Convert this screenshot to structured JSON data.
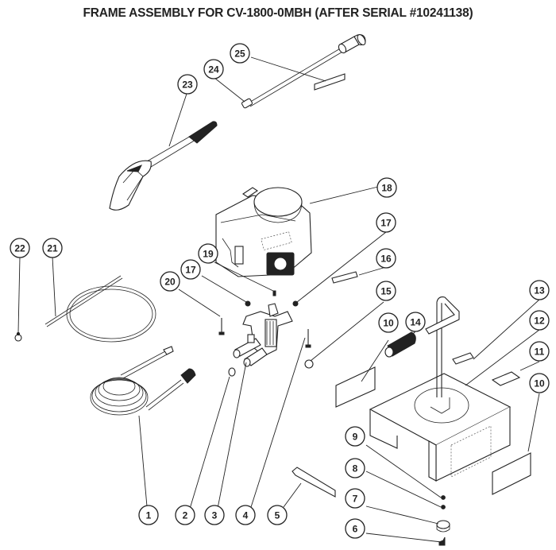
{
  "title": "FRAME ASSEMBLY FOR CV-1800-0MBH (AFTER SERIAL #10241138)",
  "callouts": [
    {
      "id": "c1",
      "label": "1",
      "part": "high-pressure-hose"
    },
    {
      "id": "c2",
      "label": "2",
      "part": "o-ring"
    },
    {
      "id": "c3",
      "label": "3",
      "part": "pump"
    },
    {
      "id": "c4",
      "label": "4",
      "part": "pump-bolt"
    },
    {
      "id": "c5",
      "label": "5",
      "part": "decal-front"
    },
    {
      "id": "c6",
      "label": "6",
      "part": "wheel-bolt"
    },
    {
      "id": "c7",
      "label": "7",
      "part": "foot-wheel"
    },
    {
      "id": "c8",
      "label": "8",
      "part": "nut"
    },
    {
      "id": "c9",
      "label": "9",
      "part": "screw"
    },
    {
      "id": "c10a",
      "label": "10",
      "part": "side-decal-left"
    },
    {
      "id": "c10b",
      "label": "10",
      "part": "side-decal-right"
    },
    {
      "id": "c11",
      "label": "11",
      "part": "small-decal"
    },
    {
      "id": "c12",
      "label": "12",
      "part": "frame"
    },
    {
      "id": "c13",
      "label": "13",
      "part": "label"
    },
    {
      "id": "c14",
      "label": "14",
      "part": "handle-grip"
    },
    {
      "id": "c15",
      "label": "15",
      "part": "nut-flange"
    },
    {
      "id": "c16",
      "label": "16",
      "part": "engine-decal"
    },
    {
      "id": "c17a",
      "label": "17",
      "part": "engine-mount-nut-right"
    },
    {
      "id": "c17b",
      "label": "17",
      "part": "engine-mount-nut-left"
    },
    {
      "id": "c18",
      "label": "18",
      "part": "engine"
    },
    {
      "id": "c19",
      "label": "19",
      "part": "key"
    },
    {
      "id": "c20",
      "label": "20",
      "part": "pump-bolt-long"
    },
    {
      "id": "c21",
      "label": "21",
      "part": "chemical-hose"
    },
    {
      "id": "c22",
      "label": "22",
      "part": "hose-clamp"
    },
    {
      "id": "c23",
      "label": "23",
      "part": "spray-gun"
    },
    {
      "id": "c24",
      "label": "24",
      "part": "nozzle"
    },
    {
      "id": "c25",
      "label": "25",
      "part": "wand-lance"
    }
  ]
}
